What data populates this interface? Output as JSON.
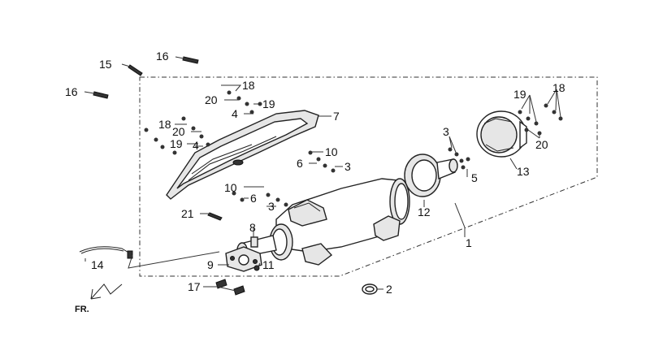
{
  "callouts": [
    "1",
    "2",
    "3",
    "3",
    "3",
    "4",
    "4",
    "5",
    "6",
    "6",
    "7",
    "8",
    "9",
    "10",
    "10",
    "11",
    "12",
    "13",
    "14",
    "15",
    "16",
    "16",
    "17",
    "18",
    "18",
    "18",
    "19",
    "19",
    "19",
    "20",
    "20",
    "20",
    "21"
  ],
  "fr_label": "FR."
}
